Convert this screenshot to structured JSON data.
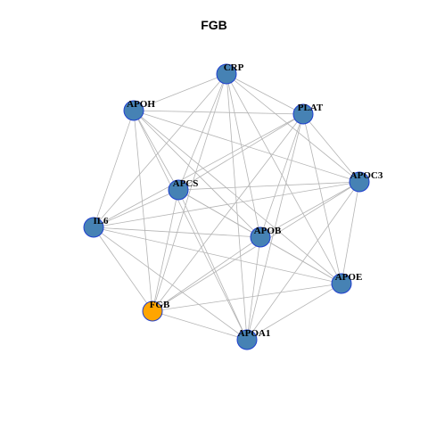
{
  "title": "FGB",
  "colors": {
    "default_node": "#4682b4",
    "focus_node": "#ffa500",
    "edge": "#b4b4b4",
    "node_border": "#1f3fcf"
  },
  "nodes": [
    {
      "id": "CRP",
      "label": "CRP"
    },
    {
      "id": "APOH",
      "label": "APOH"
    },
    {
      "id": "PLAT",
      "label": "PLAT"
    },
    {
      "id": "APOC3",
      "label": "APOC3"
    },
    {
      "id": "APCS",
      "label": "APCS"
    },
    {
      "id": "IL6",
      "label": "IL6"
    },
    {
      "id": "APOB",
      "label": "APOB"
    },
    {
      "id": "APOE",
      "label": "APOE"
    },
    {
      "id": "FGB",
      "label": "FGB",
      "focus": true
    },
    {
      "id": "APOA1",
      "label": "APOA1"
    }
  ],
  "edges": [
    [
      "CRP",
      "APOH"
    ],
    [
      "CRP",
      "PLAT"
    ],
    [
      "CRP",
      "APOC3"
    ],
    [
      "CRP",
      "APCS"
    ],
    [
      "CRP",
      "IL6"
    ],
    [
      "CRP",
      "APOB"
    ],
    [
      "CRP",
      "APOE"
    ],
    [
      "CRP",
      "APOA1"
    ],
    [
      "CRP",
      "FGB"
    ],
    [
      "APOH",
      "PLAT"
    ],
    [
      "APOH",
      "APCS"
    ],
    [
      "APOH",
      "IL6"
    ],
    [
      "APOH",
      "APOB"
    ],
    [
      "APOH",
      "APOE"
    ],
    [
      "APOH",
      "FGB"
    ],
    [
      "APOH",
      "APOA1"
    ],
    [
      "APOH",
      "APOC3"
    ],
    [
      "PLAT",
      "APOC3"
    ],
    [
      "PLAT",
      "APCS"
    ],
    [
      "PLAT",
      "IL6"
    ],
    [
      "PLAT",
      "APOB"
    ],
    [
      "PLAT",
      "APOE"
    ],
    [
      "PLAT",
      "FGB"
    ],
    [
      "PLAT",
      "APOA1"
    ],
    [
      "APOC3",
      "APCS"
    ],
    [
      "APOC3",
      "IL6"
    ],
    [
      "APOC3",
      "APOB"
    ],
    [
      "APOC3",
      "APOE"
    ],
    [
      "APOC3",
      "FGB"
    ],
    [
      "APOC3",
      "APOA1"
    ],
    [
      "APCS",
      "IL6"
    ],
    [
      "APCS",
      "APOB"
    ],
    [
      "APCS",
      "APOE"
    ],
    [
      "APCS",
      "FGB"
    ],
    [
      "APCS",
      "APOA1"
    ],
    [
      "IL6",
      "APOB"
    ],
    [
      "IL6",
      "APOE"
    ],
    [
      "IL6",
      "FGB"
    ],
    [
      "IL6",
      "APOA1"
    ],
    [
      "APOB",
      "APOE"
    ],
    [
      "APOB",
      "FGB"
    ],
    [
      "APOB",
      "APOA1"
    ],
    [
      "APOE",
      "FGB"
    ],
    [
      "APOE",
      "APOA1"
    ],
    [
      "FGB",
      "APOA1"
    ]
  ]
}
